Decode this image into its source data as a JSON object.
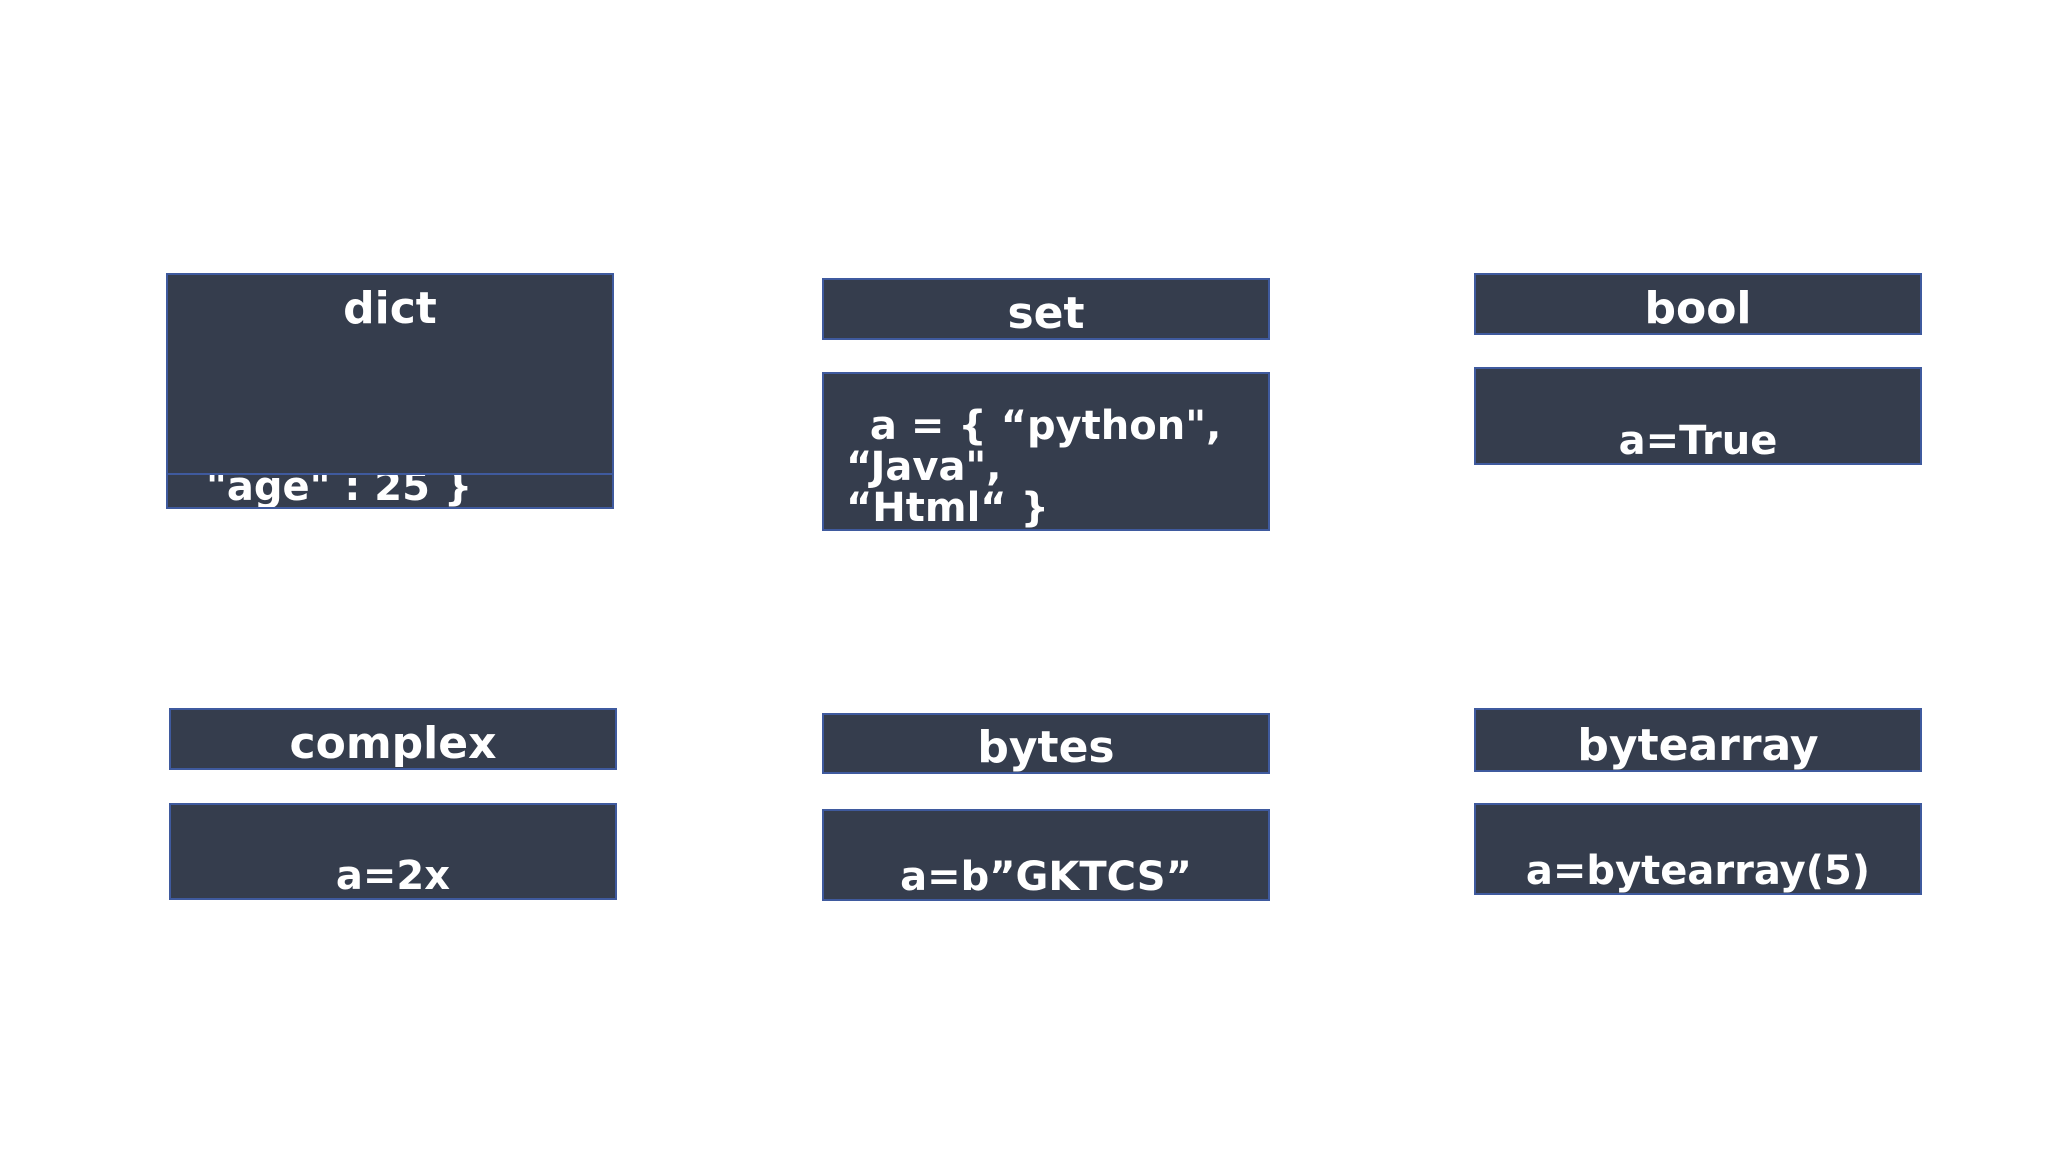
{
  "colors": {
    "box_fill": "#353d4d",
    "box_border": "#3f5a9e",
    "text": "#ffffff",
    "background": "#ffffff"
  },
  "boxes": {
    "dict": {
      "title": "dict",
      "value_visible_line": "\"age\" : 25 }"
    },
    "set": {
      "title": "set",
      "value_lines": [
        " a = { “python\",",
        "“Java\",",
        "“Html“ }"
      ]
    },
    "bool": {
      "title": "bool",
      "value": "a=True"
    },
    "complex": {
      "title": "complex",
      "value": "a=2x"
    },
    "bytes": {
      "title": "bytes",
      "value": "a=b”GKTCS”"
    },
    "bytearray": {
      "title": "bytearray",
      "value": "a=bytearray(5)"
    }
  }
}
